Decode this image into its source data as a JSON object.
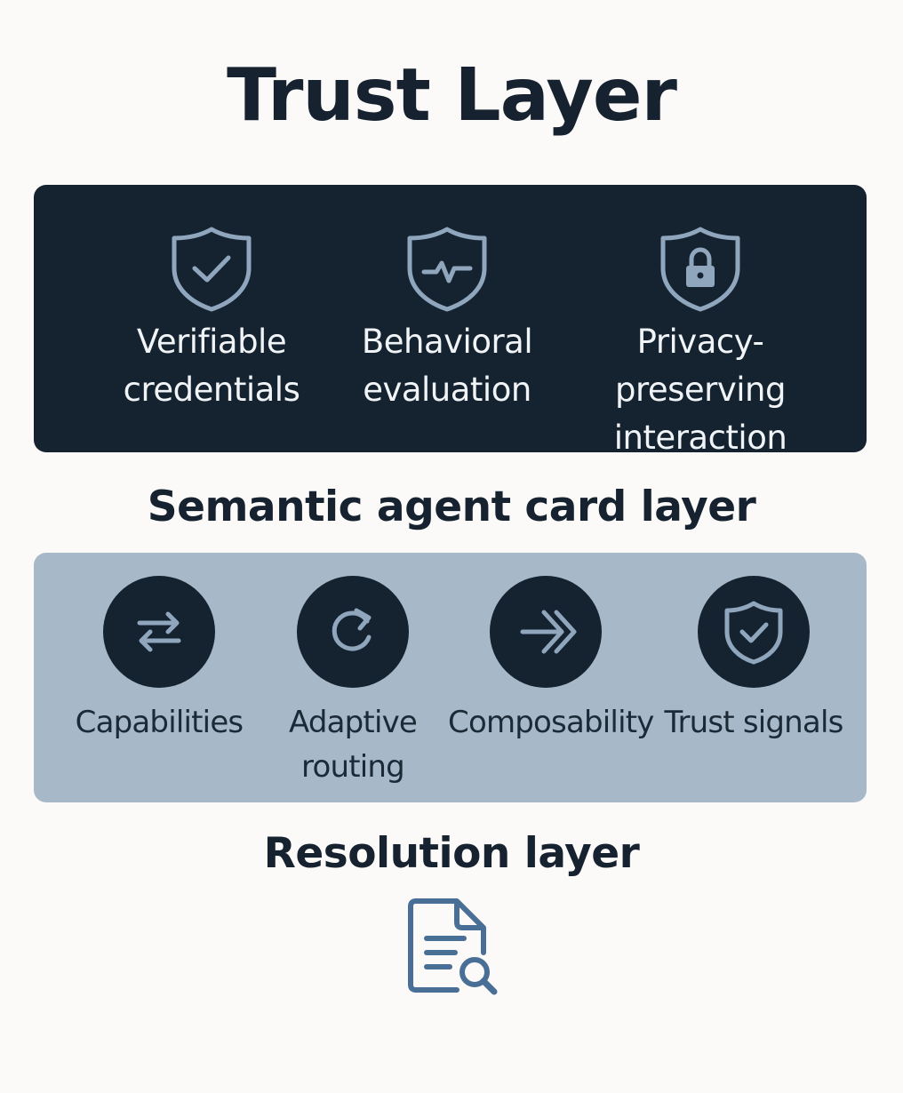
{
  "title": "Trust Layer",
  "trust_layer": {
    "items": [
      {
        "label": "Verifiable\ncredentials",
        "icon": "shield-check-icon"
      },
      {
        "label": "Behavioral\nevaluation",
        "icon": "shield-pulse-icon"
      },
      {
        "label": "Privacy-preserving\ninteraction",
        "icon": "shield-lock-icon"
      }
    ]
  },
  "semantic_layer": {
    "heading": "Semantic agent card layer",
    "items": [
      {
        "label": "Capabilities",
        "icon": "arrows-exchange-icon"
      },
      {
        "label": "Adaptive\nrouting",
        "icon": "refresh-icon"
      },
      {
        "label": "Composability",
        "icon": "chevron-arrows-icon"
      },
      {
        "label": "Trust signals",
        "icon": "shield-check-icon"
      }
    ]
  },
  "resolution_layer": {
    "heading": "Resolution layer",
    "icon": "document-search-icon"
  },
  "colors": {
    "background": "#fbfaf8",
    "dark_panel": "#152331",
    "light_panel": "#a7b9c8",
    "icon_stroke": "#8fa6bd",
    "accent_blue": "#4a6f96"
  }
}
